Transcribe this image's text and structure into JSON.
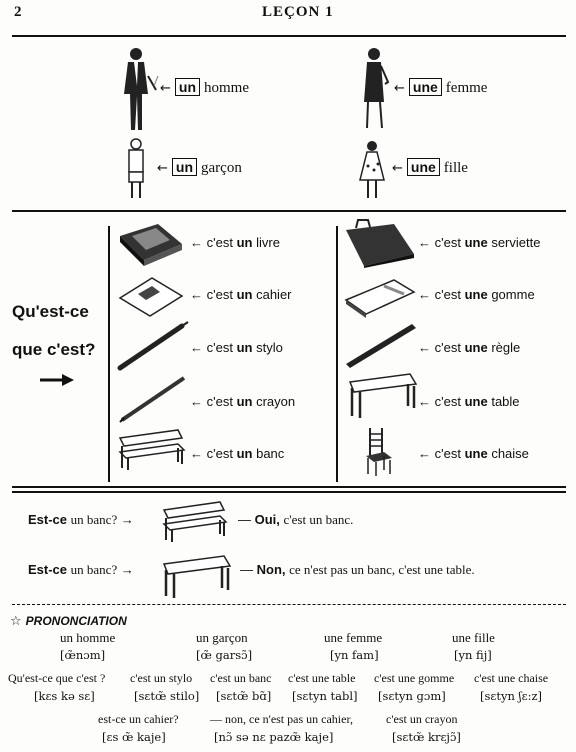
{
  "header": {
    "page_number": "2",
    "title": "LEÇON 1"
  },
  "people": [
    {
      "article": "un",
      "noun": "homme"
    },
    {
      "article": "une",
      "noun": "femme"
    },
    {
      "article": "un",
      "noun": "garçon"
    },
    {
      "article": "une",
      "noun": "fille"
    }
  ],
  "question": {
    "line1": "Qu'est-ce",
    "line2": "que c'est?"
  },
  "objects_left": [
    {
      "prefix": "c'est",
      "article": "un",
      "noun": "livre"
    },
    {
      "prefix": "c'est",
      "article": "un",
      "noun": "cahier"
    },
    {
      "prefix": "c'est",
      "article": "un",
      "noun": "stylo"
    },
    {
      "prefix": "c'est",
      "article": "un",
      "noun": "crayon"
    },
    {
      "prefix": "c'est",
      "article": "un",
      "noun": "banc"
    }
  ],
  "objects_right": [
    {
      "prefix": "c'est",
      "article": "une",
      "noun": "serviette"
    },
    {
      "prefix": "c'est",
      "article": "une",
      "noun": "gomme"
    },
    {
      "prefix": "c'est",
      "article": "une",
      "noun": "règle"
    },
    {
      "prefix": "c'est",
      "article": "une",
      "noun": "table"
    },
    {
      "prefix": "c'est",
      "article": "une",
      "noun": "chaise"
    }
  ],
  "qa": [
    {
      "ask_bold": "Est-ce",
      "ask_rest": "un banc?",
      "answer_bold": "Oui,",
      "answer_rest": "c'est un banc."
    },
    {
      "ask_bold": "Est-ce",
      "ask_rest": "un banc?",
      "answer_bold": "Non,",
      "answer_rest": "ce n'est pas un banc, c'est une table."
    }
  ],
  "pronunciation": {
    "heading": "PRONONCIATION",
    "row1": [
      {
        "text": "un homme",
        "ipa": "[œ̃nɔm]"
      },
      {
        "text": "un garçon",
        "ipa": "[œ̃ garsɔ̃]"
      },
      {
        "text": "une femme",
        "ipa": "[yn fam]"
      },
      {
        "text": "une fille",
        "ipa": "[yn fij]"
      }
    ],
    "row2": [
      {
        "text": "Qu'est-ce que c'est ?",
        "ipa": "[kɛs kə sɛ]"
      },
      {
        "text": "c'est un stylo",
        "ipa": "[sɛtœ̃ stilo]"
      },
      {
        "text": "c'est un banc",
        "ipa": "[sɛtœ̃ bɑ̃]"
      },
      {
        "text": "c'est une table",
        "ipa": "[sɛtyn tabl]"
      },
      {
        "text": "c'est une gomme",
        "ipa": "[sɛtyn gɔm]"
      },
      {
        "text": "c'est une chaise",
        "ipa": "[sɛtyn ʃɛ:z]"
      }
    ],
    "row3": [
      {
        "text": "est-ce un cahier?",
        "ipa": "[ɛs œ̃ kaje]"
      },
      {
        "text": "— non, ce n'est pas un cahier,",
        "ipa": "[nɔ̃ sə nɛ pazœ̃ kaje]"
      },
      {
        "text": "c'est un crayon",
        "ipa": "[sɛtœ̃ krɛjɔ̃]"
      }
    ]
  },
  "icons": {
    "arrow": "←",
    "arrow_right": "→",
    "star": "☆"
  }
}
